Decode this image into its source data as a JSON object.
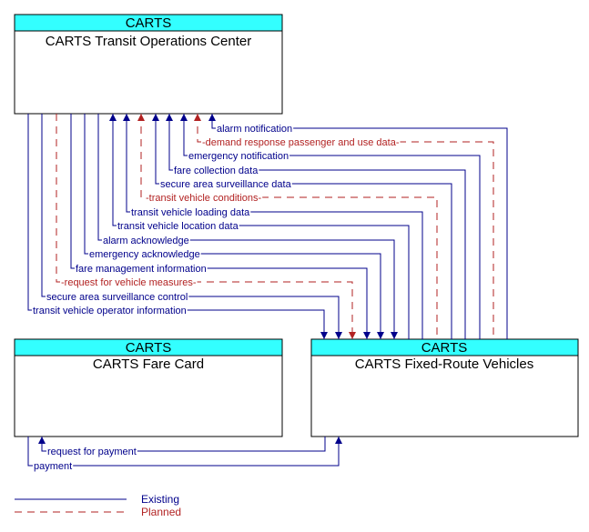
{
  "colors": {
    "existing": "#00008b",
    "planned": "#b22222",
    "header": "#00ffff"
  },
  "entities": {
    "toc": {
      "group": "CARTS",
      "name": "CARTS Transit Operations Center"
    },
    "fare_card": {
      "group": "CARTS",
      "name": "CARTS Fare Card"
    },
    "vehicles": {
      "group": "CARTS",
      "name": "CARTS Fixed-Route Vehicles"
    }
  },
  "flows": [
    {
      "label": "alarm notification",
      "status": "existing",
      "direction": "to-toc"
    },
    {
      "label": "demand response passenger and use data",
      "status": "planned",
      "direction": "to-toc"
    },
    {
      "label": "emergency notification",
      "status": "existing",
      "direction": "to-toc"
    },
    {
      "label": "fare collection data",
      "status": "existing",
      "direction": "to-toc"
    },
    {
      "label": "secure area surveillance data",
      "status": "existing",
      "direction": "to-toc"
    },
    {
      "label": "transit vehicle conditions",
      "status": "planned",
      "direction": "to-toc"
    },
    {
      "label": "transit vehicle loading data",
      "status": "existing",
      "direction": "to-toc"
    },
    {
      "label": "transit vehicle location data",
      "status": "existing",
      "direction": "to-toc"
    },
    {
      "label": "alarm acknowledge",
      "status": "existing",
      "direction": "to-vehicle"
    },
    {
      "label": "emergency acknowledge",
      "status": "existing",
      "direction": "to-vehicle"
    },
    {
      "label": "fare management information",
      "status": "existing",
      "direction": "to-vehicle"
    },
    {
      "label": "request for vehicle measures",
      "status": "planned",
      "direction": "to-vehicle"
    },
    {
      "label": "secure area surveillance control",
      "status": "existing",
      "direction": "to-vehicle"
    },
    {
      "label": "transit vehicle operator information",
      "status": "existing",
      "direction": "to-vehicle"
    }
  ],
  "bottom_flows": [
    {
      "label": "request for payment",
      "status": "existing",
      "direction": "to-fare-card"
    },
    {
      "label": "payment",
      "status": "existing",
      "direction": "to-vehicle"
    }
  ],
  "legend": {
    "existing": "Existing",
    "planned": "Planned"
  }
}
